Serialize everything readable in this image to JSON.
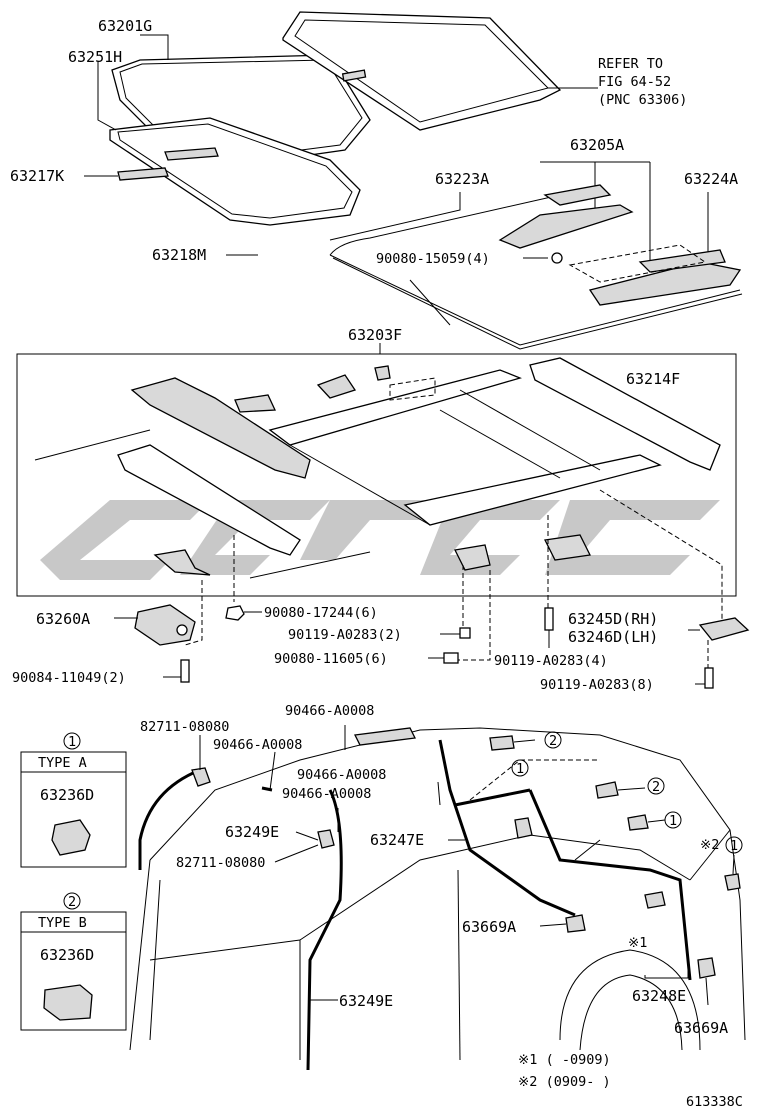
{
  "labels": {
    "p63201G": "63201G",
    "p63251H": "63251H",
    "p63217K": "63217K",
    "p63205A": "63205A",
    "p63223A": "63223A",
    "p63224A": "63224A",
    "p63218M": "63218M",
    "p90080_15059": "90080-15059(4)",
    "p63203F": "63203F",
    "p63214F": "63214F",
    "p63260A": "63260A",
    "p90080_17244": "90080-17244(6)",
    "p90119_A0283_2": "90119-A0283(2)",
    "p90080_11605": "90080-11605(6)",
    "p90119_A0283_4": "90119-A0283(4)",
    "p63245D": "63245D(RH)",
    "p63246D": "63246D(LH)",
    "p90084_11049": "90084-11049(2)",
    "p90119_A0283_8": "90119-A0283(8)",
    "p82711_top": "82711-08080",
    "p90466_1": "90466-A0008",
    "p90466_2": "90466-A0008",
    "p90466_3": "90466-A0008",
    "p90466_4": "90466-A0008",
    "p63249E_top": "63249E",
    "p82711_bot": "82711-08080",
    "p63247E": "63247E",
    "p63669A_1": "63669A",
    "p63249E_bot": "63249E",
    "p63248E": "63248E",
    "p63669A_2": "63669A"
  },
  "refer": {
    "line1": "REFER TO",
    "line2": "FIG 64-52",
    "line3": "(PNC 63306)"
  },
  "insets": {
    "typeA": {
      "num": "1",
      "title": "TYPE  A",
      "part": "63236D"
    },
    "typeB": {
      "num": "2",
      "title": "TYPE  B",
      "part": "63236D"
    }
  },
  "callouts": {
    "c1": "1",
    "c2": "2",
    "c3": "1",
    "c4": "2",
    "c5": "1",
    "c6": "1",
    "mark2": "※2",
    "mark1": "※1"
  },
  "footnotes": {
    "f1": "※1 (      -0909)",
    "f2": "※2 (0909-      )"
  },
  "figure_id": "613338C"
}
